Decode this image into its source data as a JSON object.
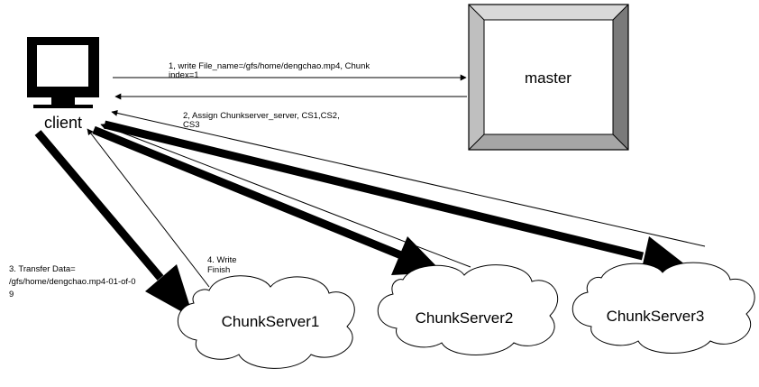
{
  "nodes": {
    "client": "client",
    "master": "master",
    "chunkservers": [
      "ChunkServer1",
      "ChunkServer2",
      "ChunkServer3"
    ]
  },
  "messages": {
    "write_request": [
      "1,  write File_name=/gfs/home/dengchao.mp4, Chunk",
      "index=1"
    ],
    "assign_reply": [
      "2, Assign Chunkserver_server, CS1,CS2,",
      "CS3"
    ],
    "transfer_data": [
      "3. Transfer Data=",
      "/gfs/home/dengchao.mp4-01-of-0",
      "9"
    ],
    "write_finish": [
      "4. Write",
      "Finish"
    ]
  },
  "icons": {
    "client": "monitor-icon",
    "master": "beveled-box"
  }
}
